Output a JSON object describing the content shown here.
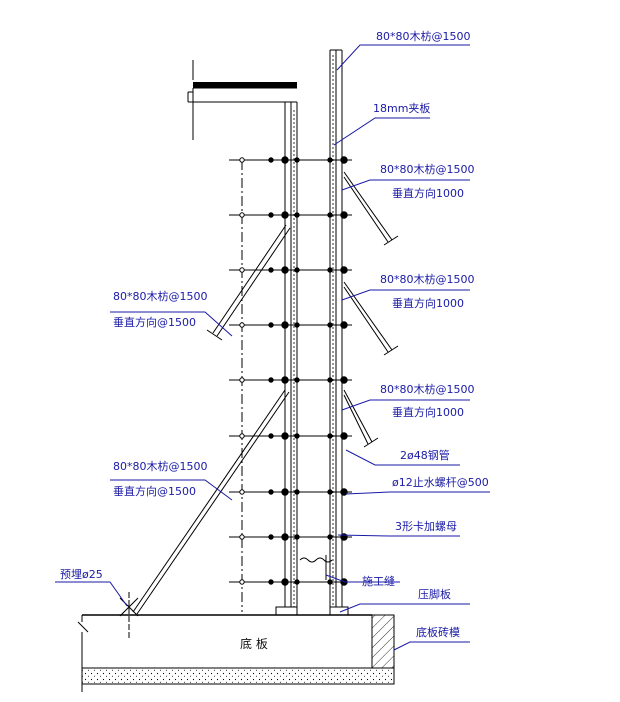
{
  "labels": {
    "top_timber": "80*80木枋@1500",
    "plywood": "18mm夹板",
    "right_timber_1": "80*80木枋@1500",
    "right_vertical_1": "垂直方向1000",
    "right_timber_2": "80*80木枋@1500",
    "right_vertical_2": "垂直方向1000",
    "right_timber_3": "80*80木枋@1500",
    "right_vertical_3": "垂直方向1000",
    "steel_pipe": "2ø48钢管",
    "stop_water_bolt": "ø12止水螺杆@500",
    "clip_nut": "3形卡加螺母",
    "construction_joint": "施工缝",
    "kicker_board": "压脚板",
    "brick_mould": "底板砖模",
    "left_timber_1": "80*80木枋@1500",
    "left_vertical_1": "垂直方向@1500",
    "left_timber_2": "80*80木枋@1500",
    "left_vertical_2": "垂直方向@1500",
    "embedded": "预埋ø25",
    "base_slab": "底 板"
  }
}
